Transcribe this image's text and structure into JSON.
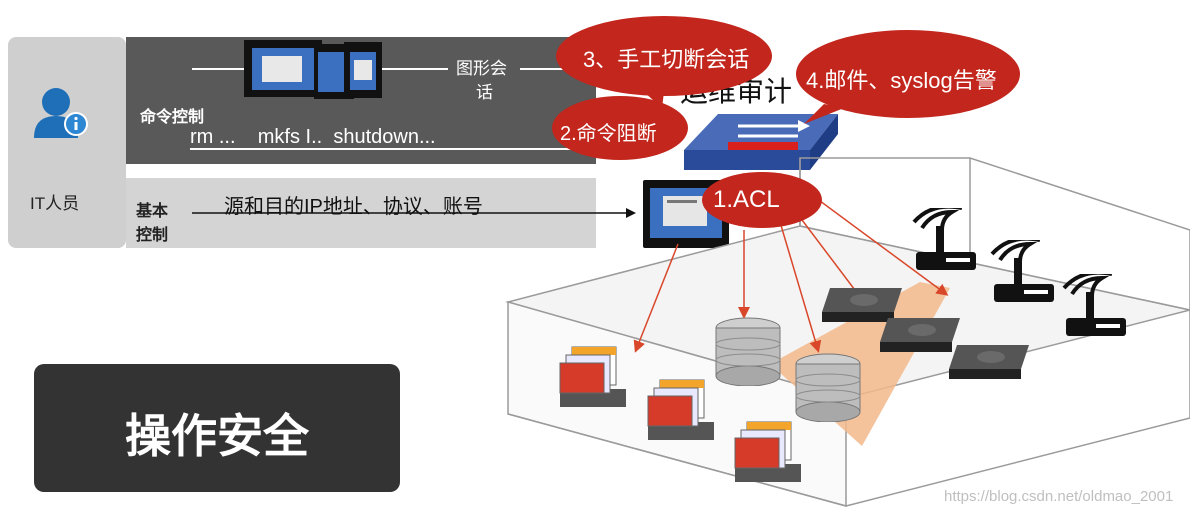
{
  "role_panel": {
    "label": "IT人员"
  },
  "command_row": {
    "side_label": "命令控制",
    "graphic_session_line1": "图形会",
    "graphic_session_line2": "话",
    "commands": "rm ...    mkfs I..  shutdown..."
  },
  "basic_row": {
    "side_label_line1": "基本",
    "side_label_line2": "控制",
    "text": "源和目的IP地址、协议、账号"
  },
  "audit_heading": "运维审计",
  "bubbles": {
    "manual_cut": "3、手工切断会话",
    "mail_alert": "4.邮件、syslog告警",
    "cmd_block": "2.命令阻断",
    "acl": "1.ACL"
  },
  "title_box": {
    "label": "操作安全"
  },
  "watermark": "https://blog.csdn.net/oldmao_2001",
  "colors": {
    "bubble": "#c2261c",
    "panel_dark": "#595959",
    "panel_light": "#d4d4d4",
    "title_bg": "#333333",
    "arrow": "#d9472b"
  }
}
